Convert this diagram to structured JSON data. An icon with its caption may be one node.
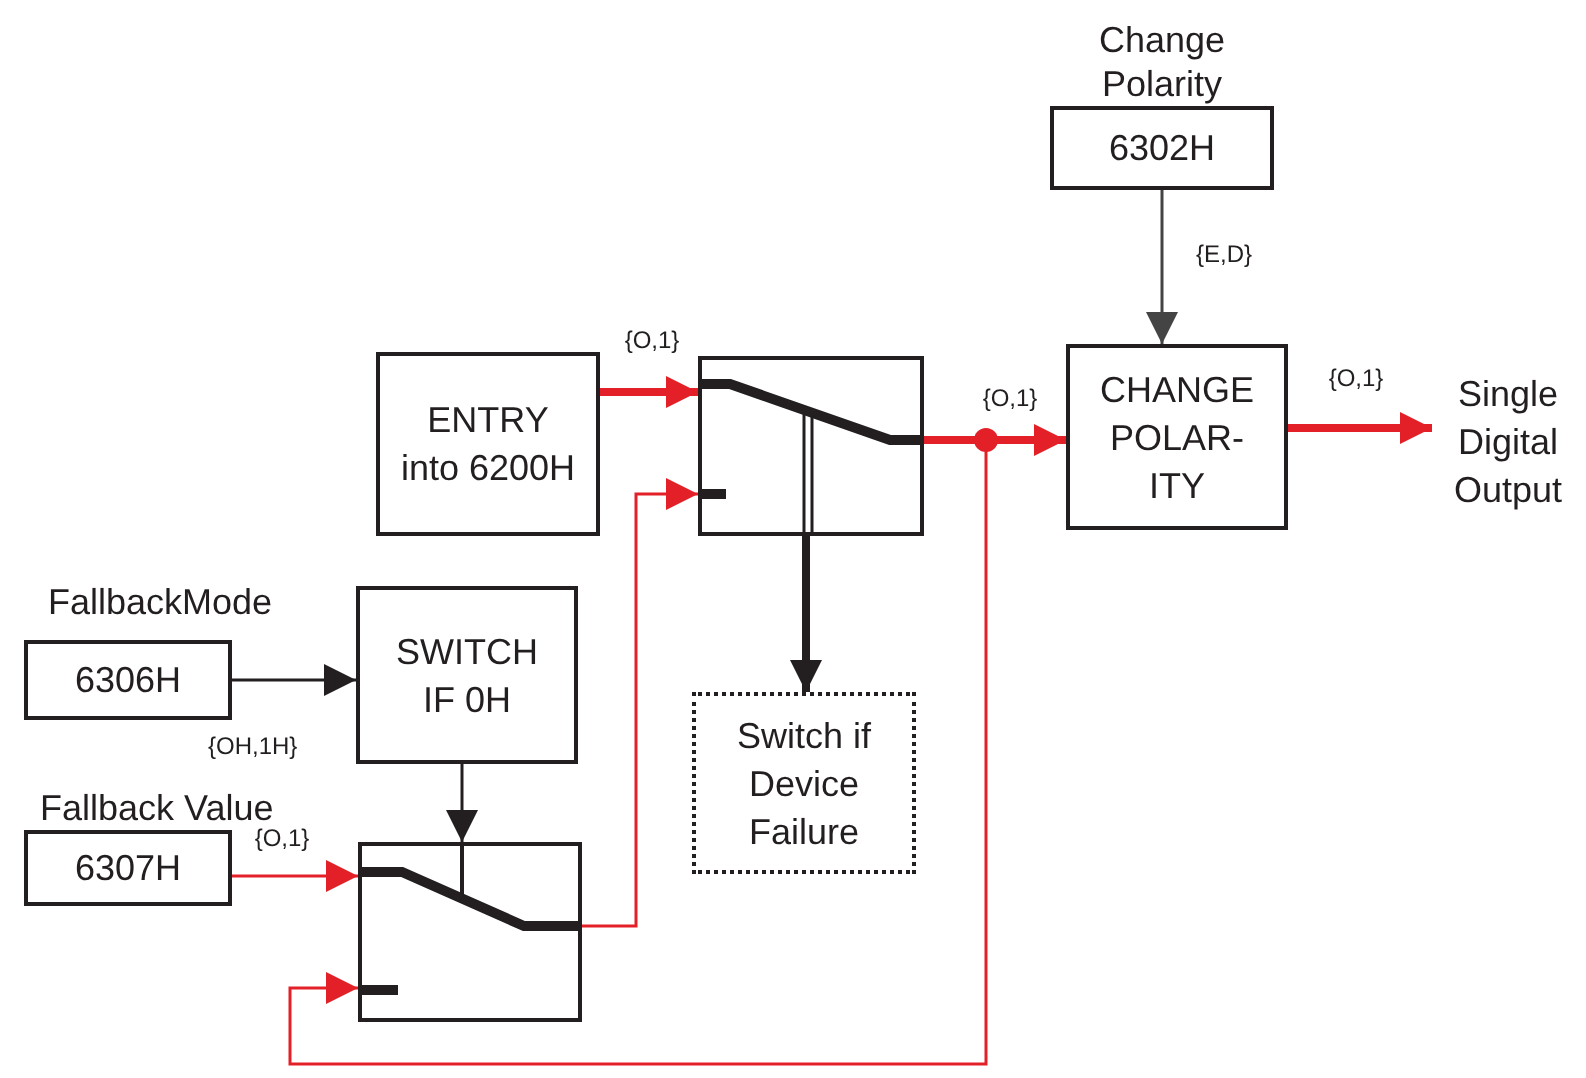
{
  "diagram": {
    "nodes": [
      {
        "text": [
          "ENTRY into 6200H"
        ]
      },
      {
        "text": [],
        "shape": "box"
      },
      {
        "text": [
          "CHANGE POLAR- ITY"
        ]
      },
      {
        "text": [
          "Single Digital Output"
        ]
      },
      {
        "text": [
          "Change Polarity",
          "6302H"
        ]
      },
      {
        "text": [
          "FallbackMode",
          "6306H"
        ]
      },
      {
        "text": [
          "SWITCH IF 0H"
        ]
      },
      {
        "text": [
          "Fallback Value",
          "6307H"
        ]
      },
      {
        "text": [],
        "shape": "box"
      },
      {
        "text": [
          "Switch if Device Failure"
        ]
      }
    ],
    "edges": [
      {
        "from": 0,
        "to": 1,
        "arrow": "to",
        "label": "{O,1}",
        "style": "thick",
        "color": "#e32028"
      },
      {
        "from": 1,
        "to": 2,
        "arrow": "to",
        "label": "{O,1}",
        "style": "thick",
        "color": "#e32028"
      },
      {
        "from": 2,
        "to": 3,
        "arrow": "to",
        "label": "{O,1}",
        "style": "thick",
        "color": "#e32028"
      },
      {
        "from": 4,
        "to": 2,
        "arrow": "to",
        "label": "{E,D}",
        "color": "#444444"
      },
      {
        "from": 5,
        "to": 6,
        "arrow": "to",
        "color": "#231f20"
      },
      {
        "from": 6,
        "to": 8,
        "arrow": "to",
        "color": "#231f20"
      },
      {
        "from": 7,
        "to": 8,
        "arrow": "to",
        "label": "{O,1}",
        "color": "#e32028"
      },
      {
        "from": 8,
        "to": 1,
        "arrow": "to",
        "color": "#e32028"
      },
      {
        "from": 1,
        "to": 8,
        "arrow": "to",
        "color": "#e32028"
      },
      {
        "from": 1,
        "to": 9,
        "arrow": "to",
        "style": "thick",
        "color": "#231f20"
      }
    ],
    "labels": [
      "{OH,1H}"
    ]
  }
}
